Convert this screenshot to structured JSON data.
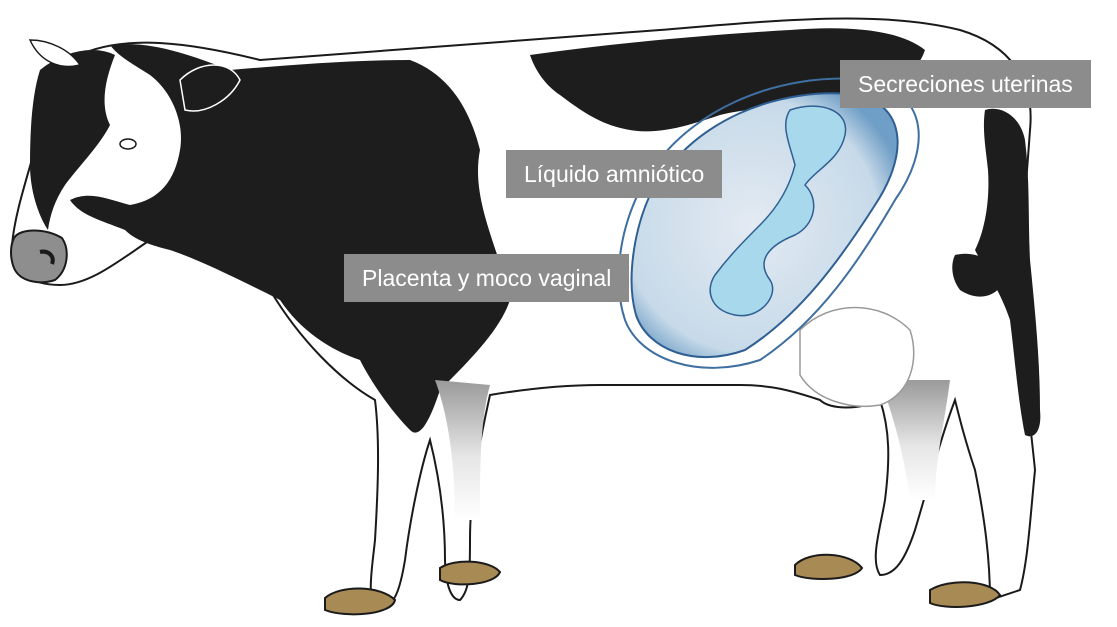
{
  "diagram": {
    "subject": "cow-pregnancy-anatomy",
    "colors": {
      "coat_black": "#1d1d1d",
      "coat_white": "#ffffff",
      "outline": "#1a1a1a",
      "hoof": "#a88a55",
      "nose": "#8e8e8e",
      "uterus_outer": "#4a7fb0",
      "uterus_fill": "#b8d3e6",
      "fluid_fill": "#dfe6ef",
      "fetus_fill": "#a8d8ec",
      "label_bg": "#8c8c8c",
      "label_text": "#ffffff"
    },
    "labels": {
      "uterine_secretions": "Secreciones uterinas",
      "amniotic_fluid": "Líquido amniótico",
      "placenta_mucus": "Placenta y moco vaginal"
    }
  }
}
